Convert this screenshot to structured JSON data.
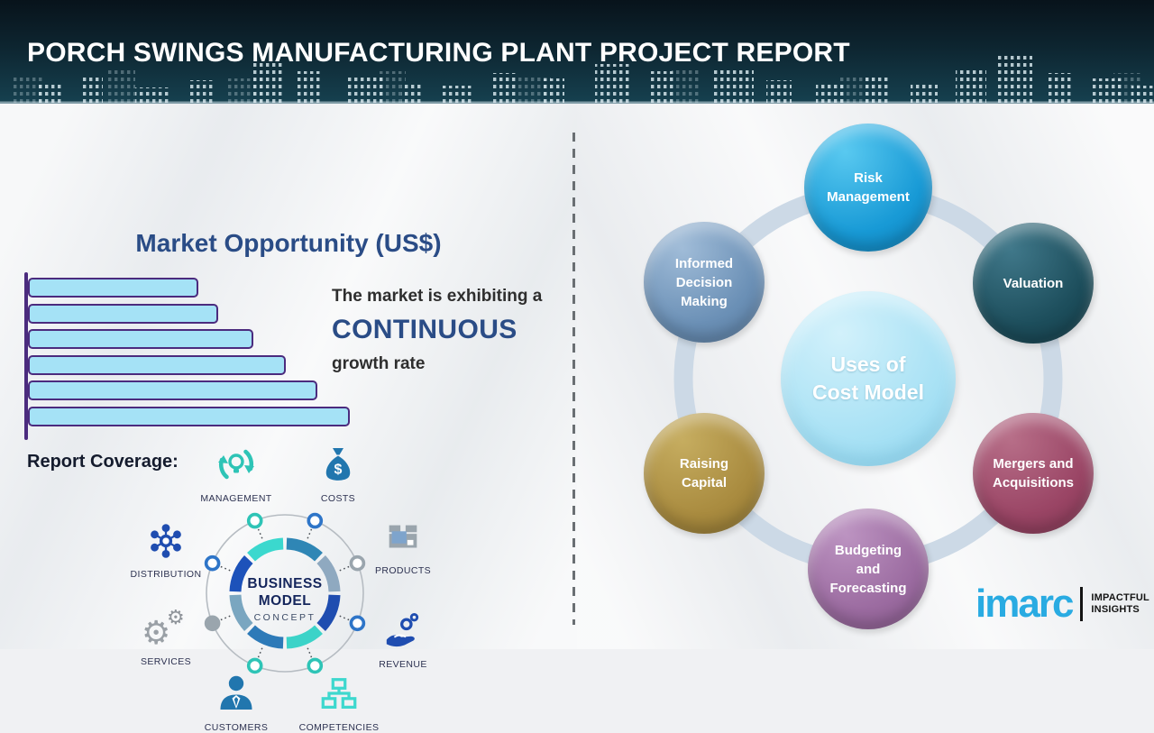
{
  "header": {
    "title": "PORCH SWINGS MANUFACTURING PLANT PROJECT REPORT"
  },
  "left_panel": {
    "section_title": "Market Opportunity (US$)",
    "growth_statement": {
      "line1": "The market is exhibiting a",
      "highlight": "CONTINUOUS",
      "line2": "growth rate"
    },
    "report_coverage_label": "Report Coverage:",
    "business_model": {
      "center_line1": "BUSINESS",
      "center_line2": "MODEL",
      "center_line3": "CONCEPT",
      "items": [
        {
          "label": "MANAGEMENT",
          "icon": "management-cycle-bulb-icon"
        },
        {
          "label": "COSTS",
          "icon": "money-bag-icon"
        },
        {
          "label": "DISTRIBUTION",
          "icon": "network-hub-icon"
        },
        {
          "label": "PRODUCTS",
          "icon": "package-box-icon"
        },
        {
          "label": "SERVICES",
          "icon": "gears-icon"
        },
        {
          "label": "REVENUE",
          "icon": "hand-coins-icon"
        },
        {
          "label": "CUSTOMERS",
          "icon": "person-icon"
        },
        {
          "label": "COMPETENCIES",
          "icon": "org-chart-icon"
        }
      ]
    }
  },
  "chart_data": {
    "type": "bar",
    "orientation": "horizontal",
    "title": "Market Opportunity (US$)",
    "values": [
      53,
      59,
      70,
      80,
      90,
      100
    ],
    "value_note": "relative bar lengths as % of longest bar; no numeric axis or category labels shown",
    "bar_fill": "#a5e2f6",
    "bar_border": "#4b2b7e",
    "axis_labels_visible": false,
    "grid": false
  },
  "right_panel": {
    "diagram_center": "Uses of\nCost Model",
    "center_color": "#a5e0f4",
    "uses": [
      {
        "label": "Risk\nManagement",
        "color": "#189ad6"
      },
      {
        "label": "Valuation",
        "color": "#1d4e5c"
      },
      {
        "label": "Informed\nDecision\nMaking",
        "color": "#6b90b6"
      },
      {
        "label": "Mergers and\nAcquisitions",
        "color": "#9a4565"
      },
      {
        "label": "Raising\nCapital",
        "color": "#a98b3f"
      },
      {
        "label": "Budgeting\nand\nForecasting",
        "color": "#9b6ba0"
      }
    ]
  },
  "logo": {
    "brand": "imarc",
    "tagline_line1": "IMPACTFUL",
    "tagline_line2": "INSIGHTS",
    "brand_color": "#29abe2"
  }
}
